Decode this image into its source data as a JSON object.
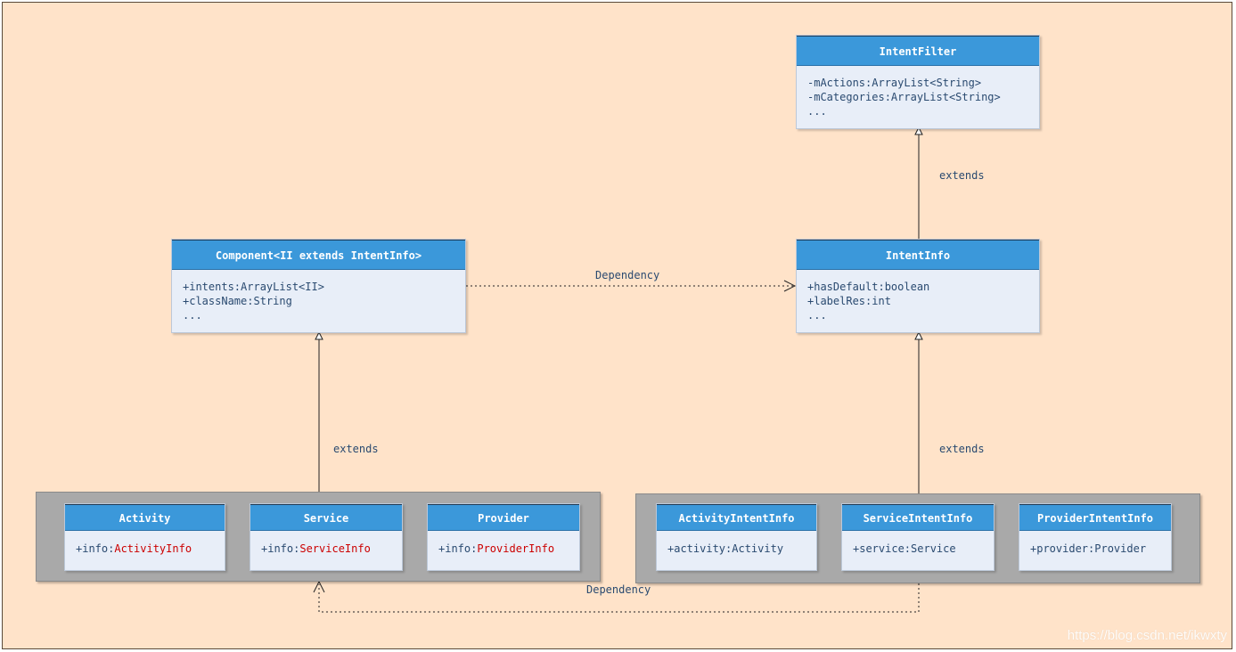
{
  "classes": {
    "intent_filter": {
      "name": "IntentFilter",
      "members": [
        "-mActions:ArrayList<String>",
        "-mCategories:ArrayList<String>",
        "..."
      ]
    },
    "component": {
      "name": "Component<II extends IntentInfo>",
      "members": [
        "+intents:ArrayList<II>",
        "+className:String",
        "..."
      ]
    },
    "intent_info": {
      "name": "IntentInfo",
      "members": [
        "+hasDefault:boolean",
        "+labelRes:int",
        "..."
      ]
    },
    "activity": {
      "name": "Activity",
      "member_prefix": "+info:",
      "member_type": "ActivityInfo"
    },
    "service": {
      "name": "Service",
      "member_prefix": "+info:",
      "member_type": "ServiceInfo"
    },
    "provider": {
      "name": "Provider",
      "member_prefix": "+info:",
      "member_type": "ProviderInfo"
    },
    "activity_intent_info": {
      "name": "ActivityIntentInfo",
      "member": "+activity:Activity"
    },
    "service_intent_info": {
      "name": "ServiceIntentInfo",
      "member": "+service:Service"
    },
    "provider_intent_info": {
      "name": "ProviderIntentInfo",
      "member": "+provider:Provider"
    }
  },
  "relations": {
    "extends_filter": "extends",
    "extends_component": "extends",
    "extends_intent_info": "extends",
    "dependency_top": "Dependency",
    "dependency_bottom": "Dependency"
  },
  "colors": {
    "background": "#ffe3c9",
    "header": "#3b98da",
    "body": "#e8eef8",
    "group": "#a9a9a9",
    "highlight_type": "#cc0000"
  },
  "watermark": "https://blog.csdn.net/ikwxty"
}
